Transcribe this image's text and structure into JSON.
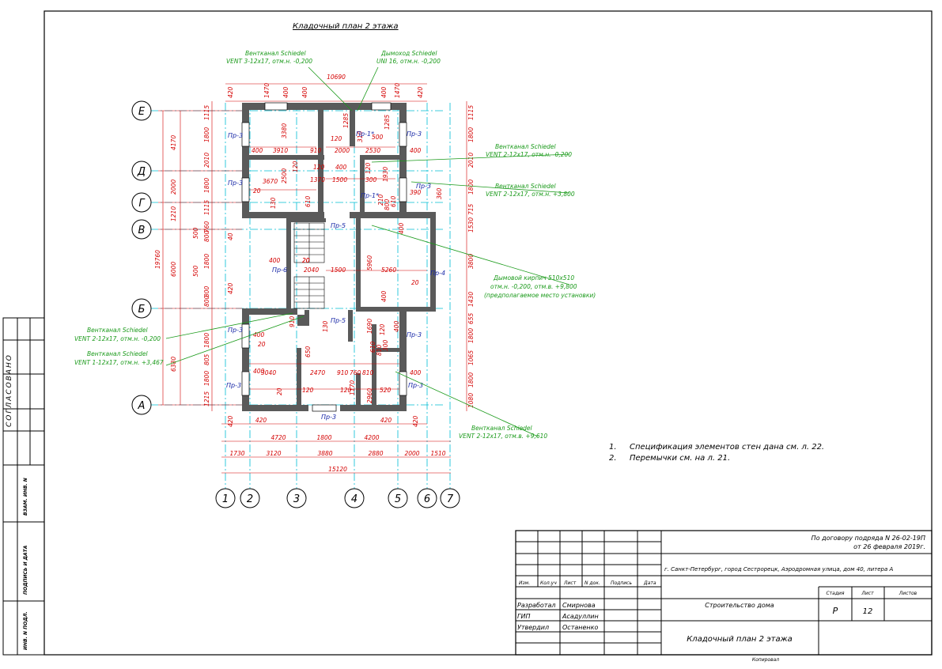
{
  "sheet_title": "Кладочный план 2 этажа",
  "vent_labels": [
    {
      "lines": [
        "Вентканал Schiedel",
        "VENT 3-12x17, отм.н. -0,200"
      ]
    },
    {
      "lines": [
        "Дымоход Schiedel",
        "UNI 16, отм.н. -0,200"
      ]
    },
    {
      "lines": [
        "Вентканал Schiedel",
        "VENT 2-12x17, отм.н. -0,200"
      ]
    },
    {
      "lines": [
        "Вентканал Schiedel",
        "VENT 2-12x17, отм.н. +3,800"
      ]
    },
    {
      "lines": [
        "Дымовой кирпич 510х510",
        "отм.н. -0,200, отм.в. +9,800",
        "(предполагаемое место установки)"
      ]
    },
    {
      "lines": [
        "Вентканал Schiedel",
        "VENT 2-12x17, отм.н. -0,200"
      ]
    },
    {
      "lines": [
        "Вентканал Schiedel",
        "VENT 1-12x17, отм.н. +3,467"
      ]
    },
    {
      "lines": [
        "Вентканал Schiedel",
        "VENT 2-12x17, отм.в. +9,610"
      ]
    }
  ],
  "axes_letters": [
    "Е",
    "Д",
    "Г",
    "В",
    "Б",
    "А"
  ],
  "axes_numbers": [
    "1",
    "2",
    "3",
    "4",
    "5",
    "6",
    "7"
  ],
  "bottom_dims_row1": [
    "420",
    "4720",
    "1800",
    "4200",
    "420"
  ],
  "bottom_dims_row1b": [
    "420",
    "420"
  ],
  "bottom_dims_row2": [
    "1730",
    "3120",
    "3880",
    "2880",
    "2000",
    "1510"
  ],
  "bottom_total": "15120",
  "top_total": "10690",
  "top_dims": [
    "420",
    "1470",
    "400",
    "400",
    "400",
    "1470",
    "420"
  ],
  "left_dims_outer": [
    "4170",
    "2000",
    "1210",
    "6000",
    "6380"
  ],
  "left_total": "19760",
  "left_dims_inner": [
    "1115",
    "1800",
    "2010",
    "1800",
    "1115",
    "500",
    "800",
    "760",
    "500",
    "1800",
    "800",
    "800",
    "1800",
    "805",
    "1800",
    "1215"
  ],
  "right_dims": [
    "1115",
    "1800",
    "2010",
    "1800",
    "715",
    "1530",
    "3800",
    "1430",
    "655",
    "1800",
    "1065",
    "1800",
    "1080"
  ],
  "plan_dims": [
    "3380",
    "120",
    "1285",
    "310",
    "500",
    "1285",
    "400",
    "3910",
    "910",
    "2000",
    "2530",
    "400",
    "120",
    "3670",
    "2500",
    "120",
    "400",
    "120",
    "1370",
    "1500",
    "300",
    "1930",
    "390",
    "360",
    "20",
    "130",
    "610",
    "210",
    "800",
    "610",
    "20",
    "40",
    "400",
    "20",
    "2040",
    "1500",
    "5960",
    "5260",
    "20",
    "400",
    "420",
    "400",
    "910",
    "130",
    "1690",
    "120",
    "300",
    "610",
    "400",
    "20",
    "650",
    "810",
    "400",
    "3040",
    "2470",
    "910",
    "760",
    "810",
    "1170",
    "400",
    "120",
    "120",
    "2960",
    "520",
    "20",
    "400"
  ],
  "room_tags": [
    "Пр-3",
    "Пр-1*",
    "Пр-3",
    "Пр-3",
    "Пр-1*",
    "Пр-3",
    "Пр-5",
    "Пр-6",
    "Пр-4",
    "Пр-5",
    "Пр-3",
    "Пр-3",
    "Пр-3",
    "Пр-3",
    "Пр-3"
  ],
  "notes": [
    {
      "num": "1.",
      "text": "Спецификация элементов стен дана см. л. 22."
    },
    {
      "num": "2.",
      "text": "Перемычки см. на л. 21."
    }
  ],
  "side_stamp": [
    "СОГЛАСОВАНО",
    "ВЗАМ. ИНВ. N",
    "ПОДПИСЬ И ДАТА",
    "ИНВ. N ПОДЛ."
  ],
  "title_block": {
    "contract": "По договору подряда N 26-02-19П",
    "contract_date": "от 26 февраля 2019г.",
    "address": "г. Санкт-Петербург, город Сестрорецк, Аэродромная улица, дом 40, литера А",
    "cols": [
      "Изм.",
      "Кол.уч",
      "Лист",
      "N док.",
      "Подпись",
      "Дата"
    ],
    "roles": [
      {
        "role": "Разработал",
        "name": "Смирнова"
      },
      {
        "role": "ГИП",
        "name": "Асадуллин"
      },
      {
        "role": "Утвердил",
        "name": "Останенко"
      }
    ],
    "object": "Строительство дома",
    "stage_label": "Стадия",
    "sheet_label": "Лист",
    "sheets_label": "Листов",
    "stage": "Р",
    "sheet": "12",
    "drawing_name": "Кладочный план 2 этажа",
    "copied": "Копировал"
  },
  "colors": {
    "dim": "#d40000",
    "annotation": "#1a9a1a",
    "tag": "#1a2aa8",
    "wall": "#555555",
    "axis": "#00bcd4"
  }
}
